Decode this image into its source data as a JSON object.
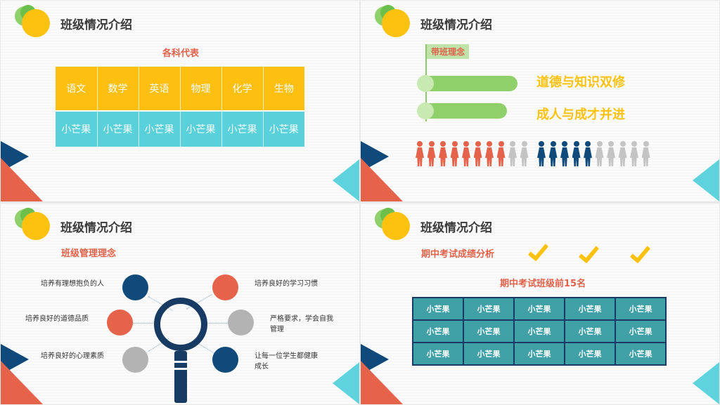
{
  "slides": [
    {
      "title": "班级情况介绍",
      "subtitle": "各科代表",
      "subjects": [
        "语文",
        "数学",
        "英语",
        "物理",
        "化学",
        "生物"
      ],
      "representatives": [
        "小芒果",
        "小芒果",
        "小芒果",
        "小芒果",
        "小芒果",
        "小芒果"
      ]
    },
    {
      "title": "班级情况介绍",
      "label": "带班理念",
      "mottos": [
        "道德与知识双修",
        "成人与成才并进"
      ],
      "people_groups": [
        {
          "color": "#e5634a",
          "count": 8
        },
        {
          "color": "#c4c4c4",
          "count": 2
        },
        {
          "color": "#0f4a7a",
          "count": 5
        },
        {
          "color": "#c4c4c4",
          "count": 5
        }
      ]
    },
    {
      "title": "班级情况介绍",
      "subtitle": "班级管理理念",
      "ideas_left": [
        "培养有理想抱负的人",
        "培养良好的道德品质",
        "培养良好的心理素质"
      ],
      "ideas_right": [
        "培养良好的学习习惯",
        "严格要求，学会自我管理",
        "让每一位学生都健康成长"
      ]
    },
    {
      "title": "班级情况介绍",
      "subtitle": "期中考试成绩分析",
      "table_title": "期中考试班级前15名",
      "ranking": [
        [
          "小芒果",
          "小芒果",
          "小芒果",
          "小芒果",
          "小芒果"
        ],
        [
          "小芒果",
          "小芒果",
          "小芒果",
          "小芒果",
          "小芒果"
        ],
        [
          "小芒果",
          "小芒果",
          "小芒果",
          "小芒果",
          "小芒果"
        ]
      ]
    }
  ],
  "colors": {
    "yellow": "#fcc20f",
    "green": "#8fd06b",
    "coral": "#e5634a",
    "navy": "#0f4a7a",
    "cyan": "#5ed3dd",
    "teal": "#3fa0a5"
  }
}
